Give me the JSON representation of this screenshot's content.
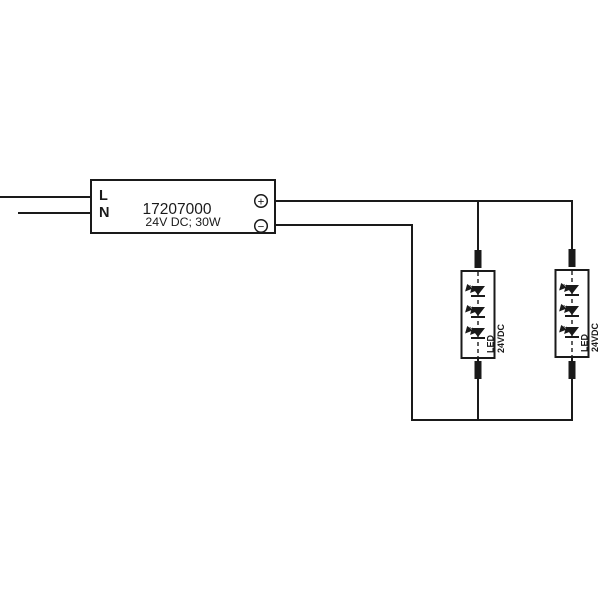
{
  "diagram": {
    "power_supply": {
      "part_number": "17207000",
      "spec": "24V DC; 30W",
      "terminals": {
        "live": "L",
        "neutral": "N",
        "positive": "+",
        "negative": "−"
      }
    },
    "led_modules": [
      {
        "label": "LED",
        "voltage": "24VDC"
      },
      {
        "label": "LED",
        "voltage": "24VDC"
      }
    ],
    "colors": {
      "background": "#ffffff",
      "line": "#1a1a1a",
      "positive_wire": "#e0532c",
      "neutral_wire": "#4f5ac2"
    }
  }
}
